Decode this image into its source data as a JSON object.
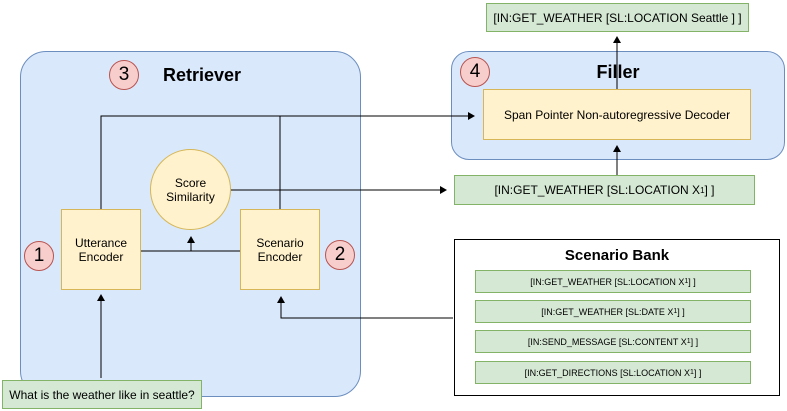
{
  "retriever": {
    "number": "3",
    "title": "Retriever",
    "utterance_encoder": {
      "number": "1",
      "line1": "Utterance",
      "line2": "Encoder"
    },
    "scenario_encoder": {
      "number": "2",
      "line1": "Scenario",
      "line2": "Encoder"
    },
    "score_similarity": {
      "line1": "Score",
      "line2": "Similarity"
    }
  },
  "filler": {
    "number": "4",
    "title": "Filler",
    "decoder_label": "Span Pointer Non-autoregressive Decoder"
  },
  "output_parse": "[IN:GET_WEATHER [SL:LOCATION Seattle ] ]",
  "retrieved_scenario": {
    "prefix": "[IN:GET_WEATHER [SL:LOCATION X",
    "sub": "1",
    "suffix": " ] ]"
  },
  "utterance_input": "What is the weather like in seattle?",
  "scenario_bank": {
    "title": "Scenario Bank",
    "items": [
      {
        "prefix": "[IN:GET_WEATHER [SL:LOCATION X",
        "sub": "1",
        "suffix": " ] ]"
      },
      {
        "prefix": "[IN:GET_WEATHER [SL:DATE X",
        "sub": "1",
        "suffix": " ] ]"
      },
      {
        "prefix": "[IN:SEND_MESSAGE [SL:CONTENT X",
        "sub": "1",
        "suffix": " ] ]"
      },
      {
        "prefix": "[IN:GET_DIRECTIONS [SL:LOCATION X",
        "sub": "1",
        "suffix": " ] ]"
      }
    ]
  },
  "colors": {
    "region_fill": "#dae8fc",
    "region_stroke": "#6c8ebf",
    "box_fill": "#fff2cc",
    "box_stroke": "#d6b656",
    "output_fill": "#d5e8d4",
    "output_stroke": "#82b366",
    "badge_fill": "#f8cecc",
    "badge_stroke": "#b85450"
  }
}
